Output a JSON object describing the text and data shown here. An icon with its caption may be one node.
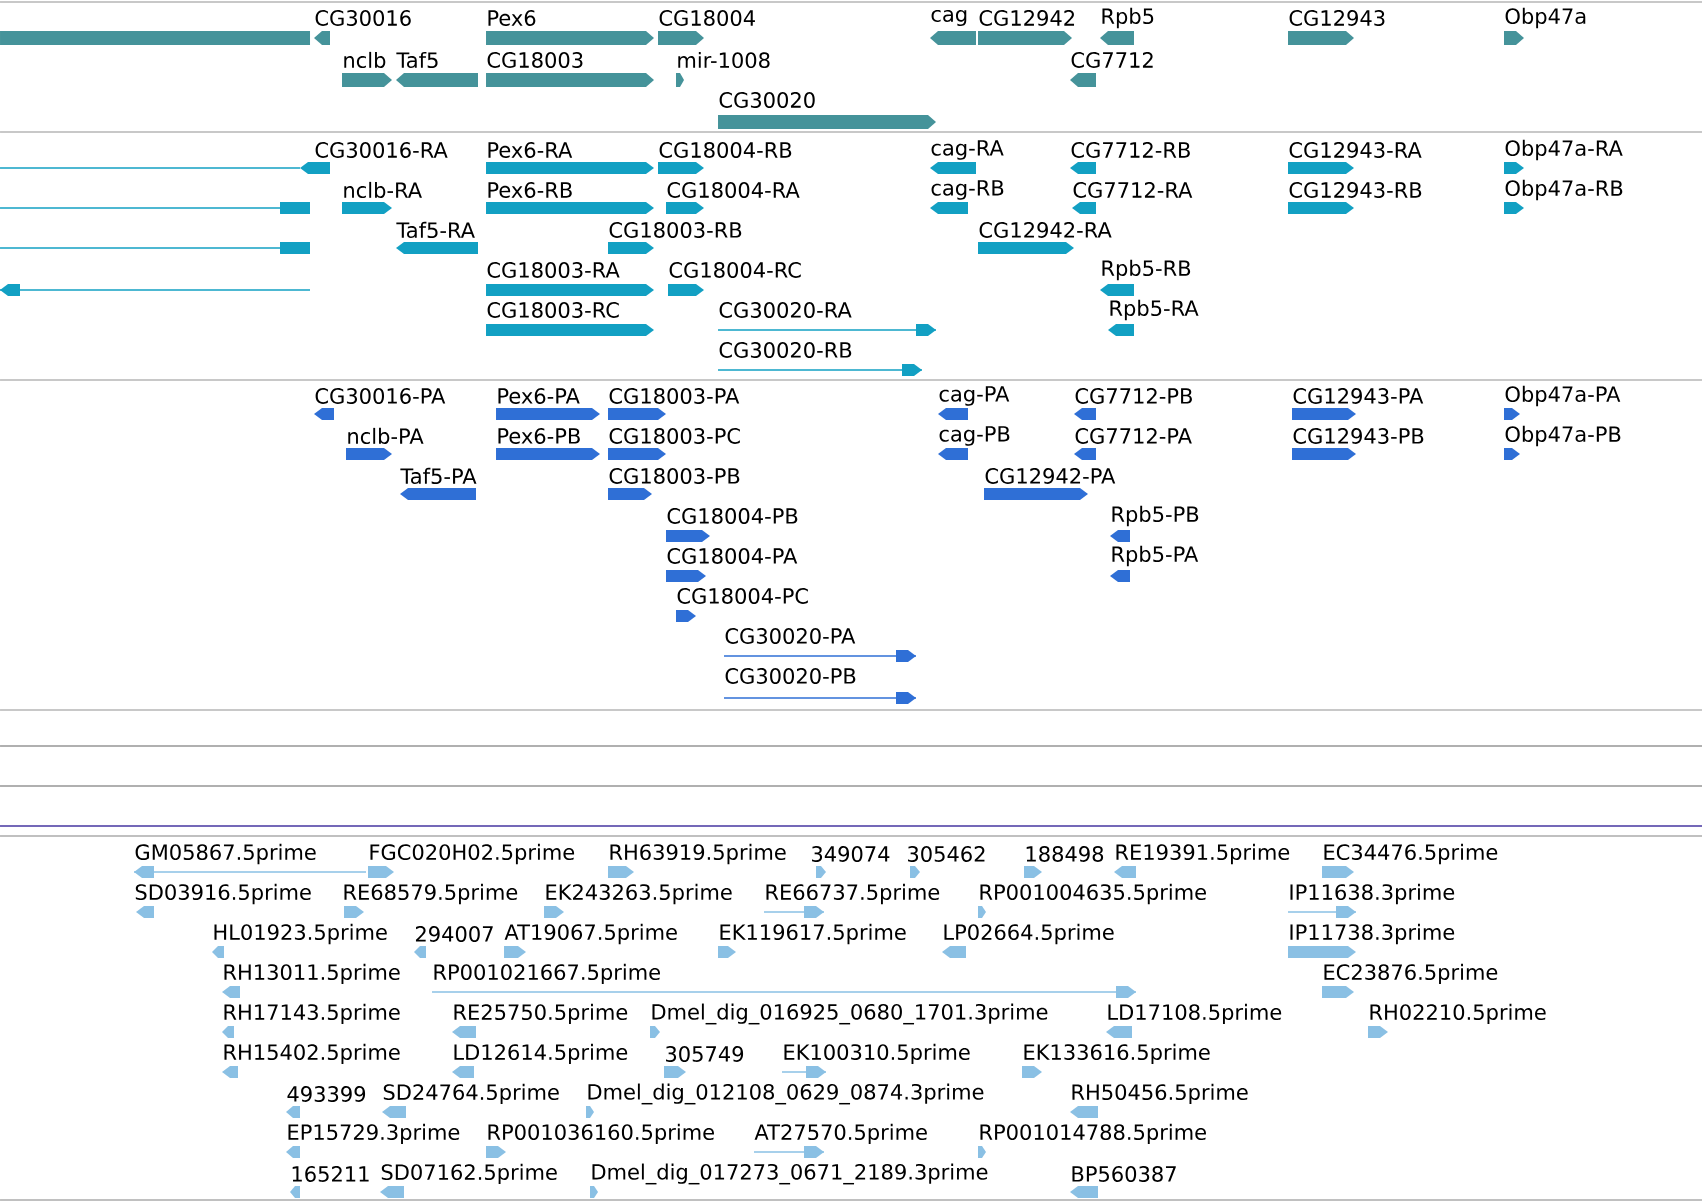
{
  "diagram": {
    "labels": [
      "CG30016",
      "Pex6",
      "CG18004",
      "cag",
      "CG12942",
      "Rpb5",
      "CG12943",
      "Obp47a",
      "nclb",
      "Taf5",
      "CG18003",
      "mir-1008",
      "CG7712",
      "CG30020",
      "CG30016-RA",
      "Pex6-RA",
      "CG18004-RB",
      "cag-RA",
      "CG7712-RB",
      "CG12943-RA",
      "Obp47a-RA",
      "nclb-RA",
      "Pex6-RB",
      "CG18004-RA",
      "cag-RB",
      "CG7712-RA",
      "CG12943-RB",
      "Obp47a-RB",
      "Taf5-RA",
      "CG18003-RB",
      "CG12942-RA",
      "CG18003-RA",
      "CG18004-RC",
      "Rpb5-RB",
      "CG18003-RC",
      "CG30020-RA",
      "Rpb5-RA",
      "CG30020-RB",
      "CG30016-PA",
      "Pex6-PA",
      "CG18003-PA",
      "cag-PA",
      "CG7712-PB",
      "CG12943-PA",
      "Obp47a-PA",
      "nclb-PA",
      "Pex6-PB",
      "CG18003-PC",
      "cag-PB",
      "CG7712-PA",
      "CG12943-PB",
      "Obp47a-PB",
      "Taf5-PA",
      "CG18003-PB",
      "CG12942-PA",
      "CG18004-PB",
      "Rpb5-PB",
      "CG18004-PA",
      "Rpb5-PA",
      "CG18004-PC",
      "CG30020-PA",
      "CG30020-PB",
      "GM05867.5prime",
      "FGC020H02.5prime",
      "RH63919.5prime",
      "349074",
      "305462",
      "188498",
      "RE19391.5prime",
      "EC34476.5prime",
      "SD03916.5prime",
      "RE68579.5prime",
      "EK243263.5prime",
      "RE66737.5prime",
      "RP001004635.5prime",
      "IP11638.3prime",
      "HL01923.5prime",
      "294007",
      "AT19067.5prime",
      "EK119617.5prime",
      "LP02664.5prime",
      "IP11738.3prime",
      "RH13011.5prime",
      "RP001021667.5prime",
      "EC23876.5prime",
      "RH17143.5prime",
      "RE25750.5prime",
      "Dmel_dig_016925_0680_1701.3prime",
      "LD17108.5prime",
      "RH02210.5prime",
      "RH15402.5prime",
      "LD12614.5prime",
      "305749",
      "EK100310.5prime",
      "EK133616.5prime",
      "493399",
      "SD24764.5prime",
      "Dmel_dig_012108_0629_0874.3prime",
      "RH50456.5prime",
      "EP15729.3prime",
      "RP001036160.5prime",
      "AT27570.5prime",
      "RP001014788.5prime",
      "165211",
      "SD07162.5prime",
      "Dmel_dig_017273_0671_2189.3prime",
      "BP560387"
    ]
  }
}
